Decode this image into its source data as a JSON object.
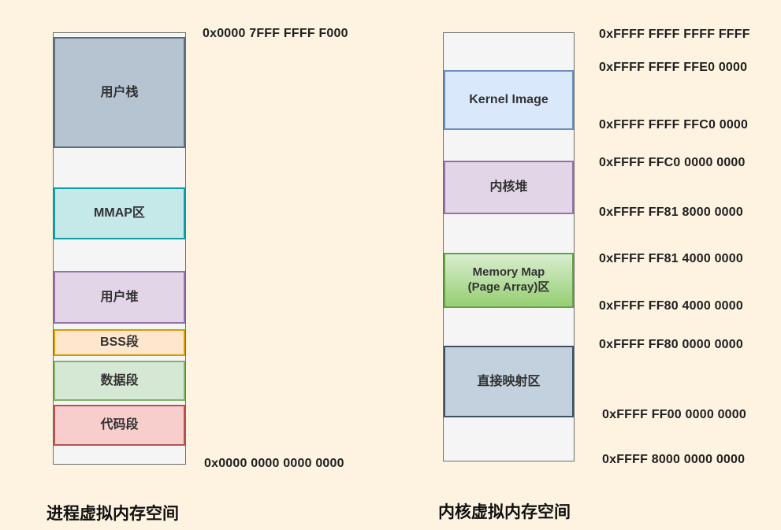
{
  "colors": {
    "background": "#fdf3e0",
    "column_fill": "#f5f5f5",
    "column_border": "#6e6e6e",
    "user_stack_fill": "#b6c4d1",
    "user_stack_border": "#5c6c7a",
    "mmap_fill": "#c5e8e9",
    "mmap_border": "#0f9ea8",
    "user_heap_fill": "#e1d5e7",
    "user_heap_border": "#9673a6",
    "bss_fill": "#ffe6cc",
    "bss_border": "#d79b00",
    "data_fill": "#d5e8d4",
    "data_border": "#82b366",
    "code_fill": "#f8cecc",
    "code_border": "#b85450",
    "kernel_image_fill": "#dae8fc",
    "kernel_image_border": "#6c8ebf",
    "kernel_heap_fill": "#e1d5e7",
    "kernel_heap_border": "#9673a6",
    "memmap_fill_top": "#d9edcf",
    "memmap_fill_bottom": "#95cf72",
    "memmap_border": "#67a14a",
    "direct_map_fill": "#c3d1df",
    "direct_map_border": "#3f5264"
  },
  "process_space": {
    "title": "进程虚拟内存空间",
    "top_address": "0x0000 7FFF FFFF F000",
    "bottom_address": "0x0000 0000 0000 0000",
    "segments": [
      {
        "label": "用户栈"
      },
      {
        "label": "MMAP区"
      },
      {
        "label": "用户堆"
      },
      {
        "label": "BSS段"
      },
      {
        "label": "数据段"
      },
      {
        "label": "代码段"
      }
    ]
  },
  "kernel_space": {
    "title": "内核虚拟内存空间",
    "segments": [
      {
        "label": "Kernel Image"
      },
      {
        "label": "内核堆"
      },
      {
        "label": "Memory Map\n(Page Array)区"
      },
      {
        "label": "直接映射区"
      }
    ],
    "addresses": [
      "0xFFFF FFFF FFFF FFFF",
      "0xFFFF FFFF FFE0 0000",
      "0xFFFF FFFF FFC0 0000",
      "0xFFFF FFC0 0000 0000",
      "0xFFFF FF81 8000 0000",
      "0xFFFF FF81 4000 0000",
      "0xFFFF FF80 4000 0000",
      "0xFFFF FF80 0000 0000",
      "0xFFFF FF00 0000 0000",
      "0xFFFF 8000 0000 0000"
    ]
  }
}
